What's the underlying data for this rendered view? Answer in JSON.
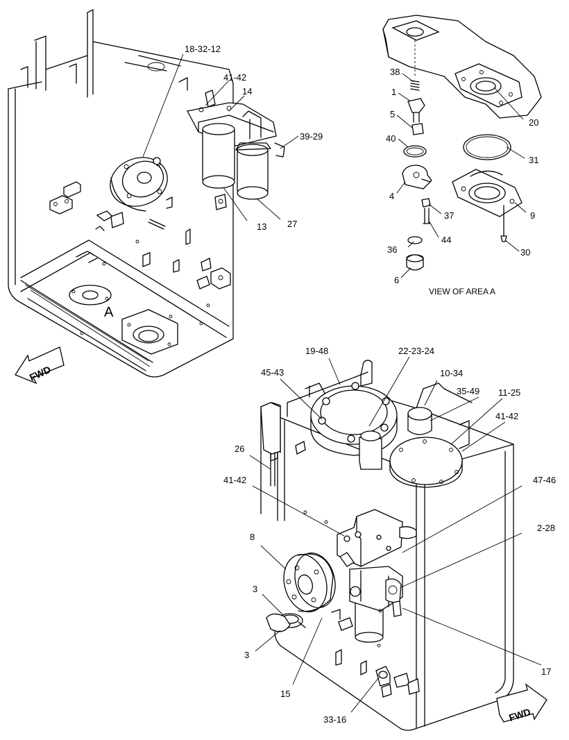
{
  "view_caption": "VIEW OF AREA A",
  "area_letter": "A",
  "fwd_label": "FWD",
  "callouts": {
    "c18_32_12": "18-32-12",
    "c41_42_top": "41-42",
    "c14": "14",
    "c39_29": "39-29",
    "c13": "13",
    "c27": "27",
    "c38": "38",
    "c1": "1",
    "c5": "5",
    "c40": "40",
    "c4": "4",
    "c37": "37",
    "c44": "44",
    "c36": "36",
    "c6": "6",
    "c20": "20",
    "c31": "31",
    "c9": "9",
    "c30": "30",
    "c19_48": "19-48",
    "c22_23_24": "22-23-24",
    "c45_43": "45-43",
    "c10_34": "10-34",
    "c35_49": "35-49",
    "c11_25": "11-25",
    "c41_42_right": "41-42",
    "c26": "26",
    "c41_42_mid": "41-42",
    "c47_46": "47-46",
    "c8": "8",
    "c2_28": "2-28",
    "c3_upper": "3",
    "c3_lower": "3",
    "c15": "15",
    "c17": "17",
    "c33_16": "33-16"
  }
}
